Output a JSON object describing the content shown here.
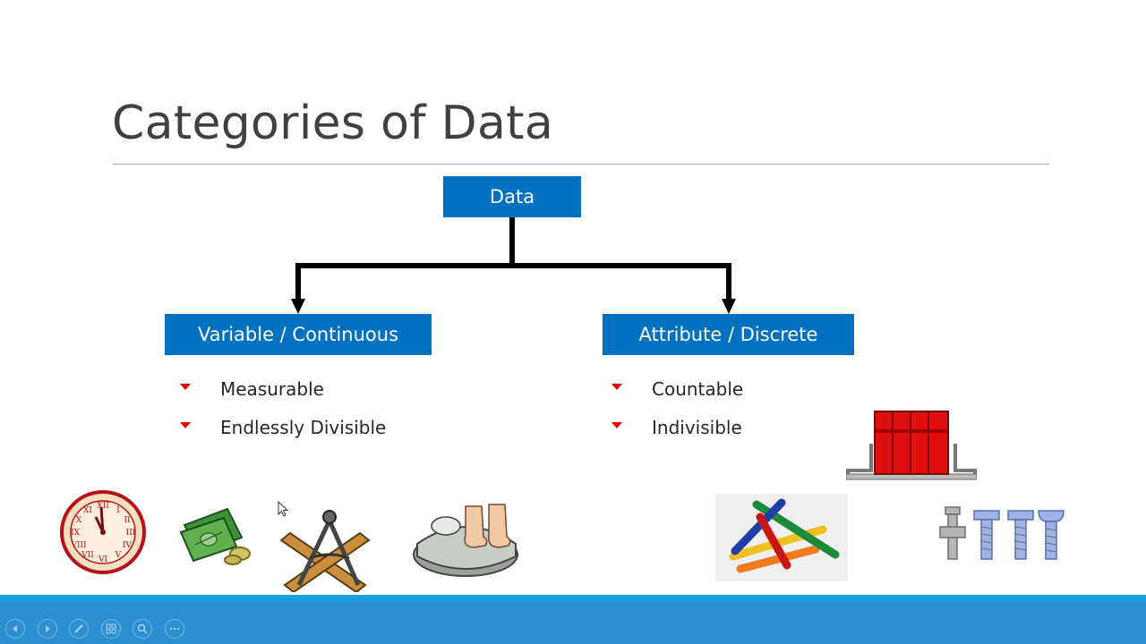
{
  "slide": {
    "title": "Categories of Data"
  },
  "diagram": {
    "root": "Data",
    "left_branch": {
      "label": "Variable / Continuous",
      "bullets": [
        "Measurable",
        "Endlessly Divisible"
      ]
    },
    "right_branch": {
      "label": "Attribute / Discrete",
      "bullets": [
        "Countable",
        "Indivisible"
      ]
    }
  },
  "clipart": {
    "left": [
      "clock-icon",
      "money-icon",
      "compass-square-icon",
      "bathroom-scale-icon"
    ],
    "right": [
      "red-blocks-icon",
      "crayons-icon",
      "bolts-icon"
    ]
  },
  "colors": {
    "box_fill": "#0070c0",
    "bullet": "#e00000",
    "title_text": "#404040",
    "taskbar": "#2d8fcf"
  },
  "controls": [
    "previous-icon",
    "next-icon",
    "pen-icon",
    "slides-icon",
    "zoom-icon",
    "more-icon"
  ]
}
